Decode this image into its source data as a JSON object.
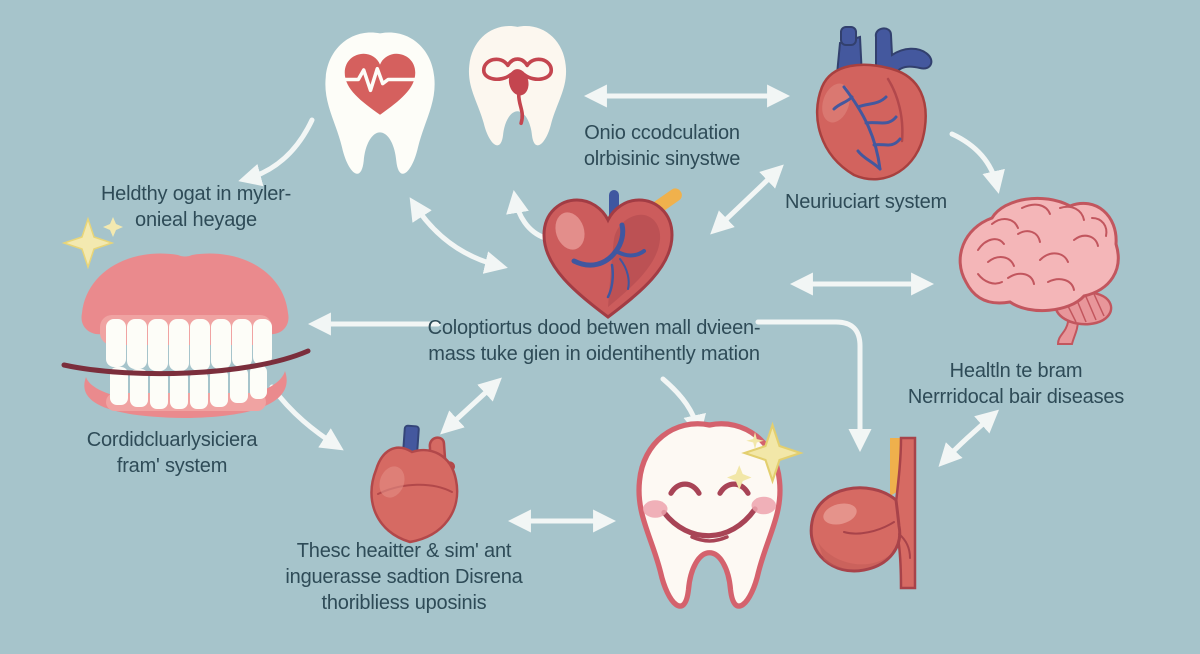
{
  "background_color": "#a6c4cb",
  "text_color": "#2e4b57",
  "arrow_color": "#f2f6f5",
  "labels": {
    "healthy_oral": [
      "Heldthy ogat in myler-",
      "onieal heyage"
    ],
    "oral_circulation": [
      "Onio ccodculation",
      "olrbisinic sinystwe"
    ],
    "neuro_system": [
      "Neuriuciart system"
    ],
    "circulation_center": [
      "Coloptiortus dood betwen mall dvieen-",
      "mass tuke gien in oidentihently mation"
    ],
    "brain_health": [
      "Healtln te bram",
      "Nerrridocal bair diseases"
    ],
    "cardio_system": [
      "Cordidcluarlysiciera",
      "fram' system"
    ],
    "heart_gum": [
      "Thesc heaitter & sim' ant",
      "inguerasse sadtion Disrena",
      "thoribliess uposinis"
    ]
  },
  "icons": [
    {
      "name": "tooth-heart-icon",
      "description": "white tooth containing red heart with ECG pulse line"
    },
    {
      "name": "molar-roots-icon",
      "description": "white molar with red root canal loops inside"
    },
    {
      "name": "anatomical-heart-icon",
      "description": "anatomical heart with blue vessels"
    },
    {
      "name": "brain-icon",
      "description": "pink brain with cerebellum and stem"
    },
    {
      "name": "mouth-teeth-icon",
      "description": "smiling mouth with gums, white teeth and sparkle"
    },
    {
      "name": "heart-vessels-icon",
      "description": "valentine heart with blue vessels and yellow sparkle beam"
    },
    {
      "name": "small-heart-icon",
      "description": "small anatomical heart"
    },
    {
      "name": "happy-tooth-icon",
      "description": "smiling cartoon tooth with sparkles"
    },
    {
      "name": "stomach-icon",
      "description": "stomach with esophagus and yellow strip"
    }
  ],
  "connections": [
    {
      "from": "tooth-heart",
      "to": "healthy-oral-label",
      "double_headed": false
    },
    {
      "from": "molar-roots",
      "to": "anatomical-heart",
      "double_headed": true
    },
    {
      "from": "heart-vessels",
      "to": "anatomical-heart",
      "double_headed": true
    },
    {
      "from": "anatomical-heart",
      "to": "brain",
      "double_headed": false
    },
    {
      "from": "circulation-center",
      "to": "molar-roots",
      "double_headed": false
    },
    {
      "from": "circulation-center",
      "to": "mouth-teeth",
      "double_headed": false
    },
    {
      "from": "tooth-heart",
      "to": "heart-vessels",
      "double_headed": true
    },
    {
      "from": "mouth-teeth",
      "to": "small-heart",
      "double_headed": false
    },
    {
      "from": "circulation-center",
      "to": "small-heart",
      "double_headed": true
    },
    {
      "from": "circulation-center",
      "to": "happy-tooth",
      "double_headed": false
    },
    {
      "from": "heart-vessels",
      "to": "brain",
      "double_headed": true
    },
    {
      "from": "circulation-center",
      "to": "stomach",
      "double_headed": false
    },
    {
      "from": "stomach",
      "to": "brain-health-label",
      "double_headed": true
    },
    {
      "from": "heart-gum-label",
      "to": "happy-tooth",
      "double_headed": true
    }
  ],
  "colors": {
    "tooth_white": "#fdfdf8",
    "heart_red": "#cf5f5c",
    "vessel_blue": "#44589e",
    "lip_pink": "#ea8a8d",
    "gum_pink": "#f0a3a2",
    "brain_pink": "#f4b6b8",
    "outline_red": "#a8434a",
    "sparkle_yellow": "#f3e9b0",
    "beam_orange": "#f0b14c",
    "bite_maroon": "#7b2e3c"
  }
}
